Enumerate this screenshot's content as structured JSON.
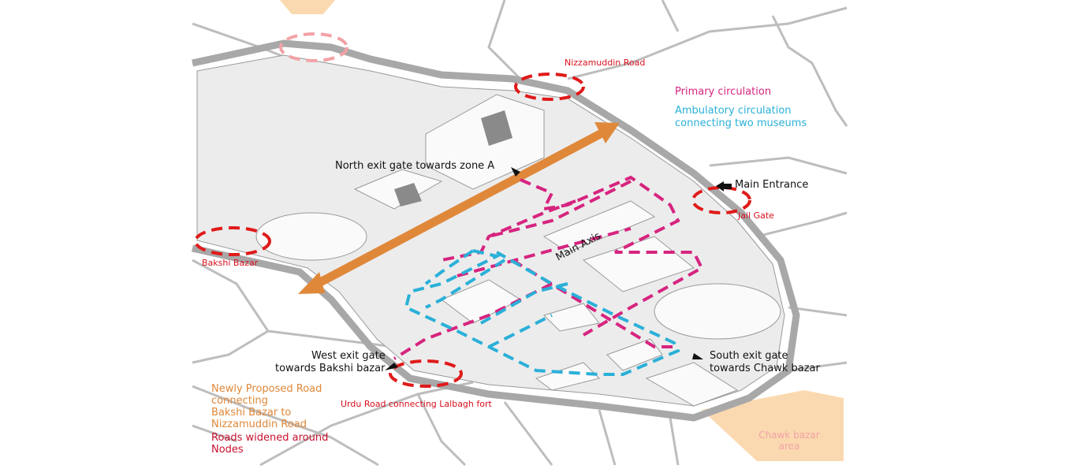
{
  "legend": {
    "primary": "Primary circulation",
    "ambulatory_1": "Ambulatory circulation",
    "ambulatory_2": "connecting two museums",
    "new_road_1": "Newly Proposed Road",
    "new_road_2": "connecting",
    "new_road_3": "Bakshi Bazar to",
    "new_road_4": "Nizzamuddin Road",
    "widened_1": "Roads widened around",
    "widened_2": "Nodes"
  },
  "labels": {
    "nizzamuddin": "Nizzamuddin Road",
    "north_gate": "North exit gate towards zone A",
    "main_entrance": "Main Entrance",
    "jail_gate": "Jail Gate",
    "bakshi": "Bakshi Bazar",
    "main_axis": "Main Axis",
    "west_gate_1": "West exit gate",
    "west_gate_2": "towards Bakshi bazar",
    "south_gate_1": "South exit gate",
    "south_gate_2": "towards Chawk bazar",
    "urdu_road": "Urdu Road connecting Lalbagh fort",
    "chawk_1": "Chawk bazar",
    "chawk_2": "area"
  },
  "colors": {
    "primary": "#d6247f",
    "ambulatory": "#2ab0d8",
    "axis": "#e0883a",
    "node": "#e01a1a",
    "road": "#b0b0b0"
  }
}
